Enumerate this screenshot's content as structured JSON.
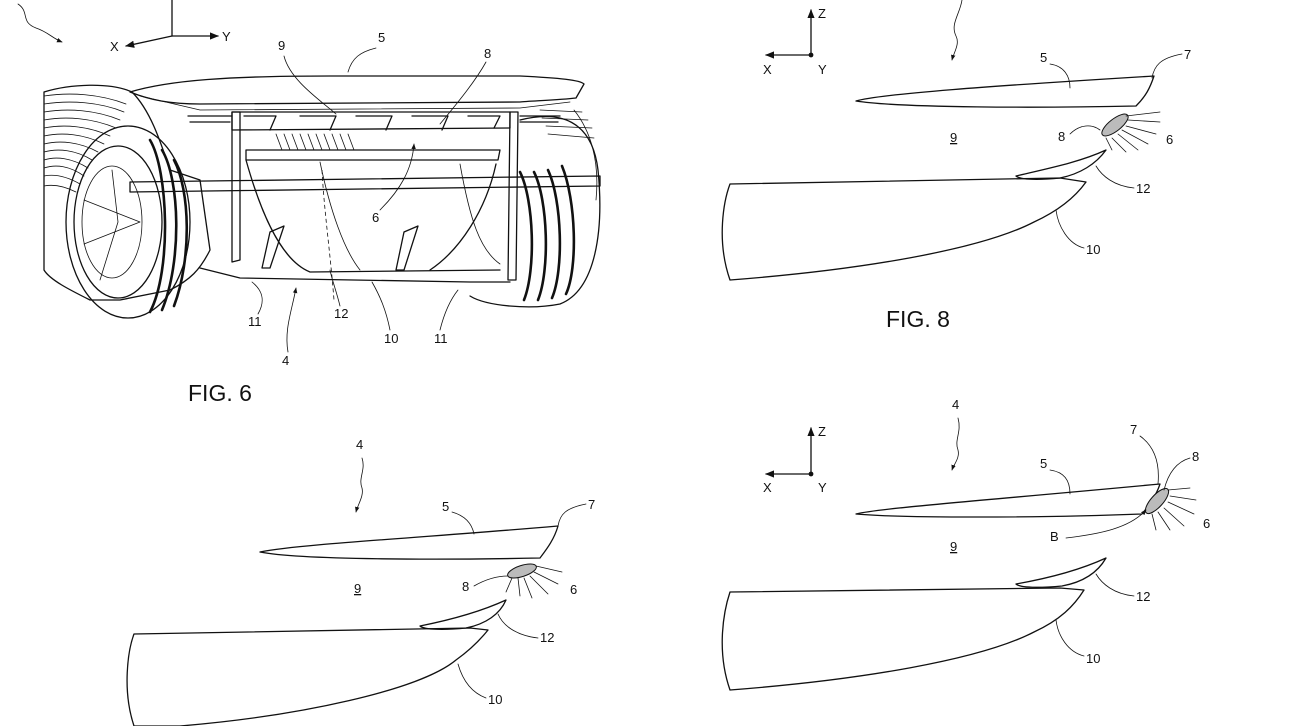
{
  "figures": {
    "fig6": {
      "caption": "FIG. 6",
      "axes": {
        "x": "X",
        "y": "Y"
      },
      "refs": {
        "r4": "4",
        "r5": "5",
        "r6": "6",
        "r8": "8",
        "r9": "9",
        "r10": "10",
        "r11a": "11",
        "r11b": "11",
        "r12": "12"
      }
    },
    "fig8": {
      "caption": "FIG. 8",
      "axes": {
        "z": "Z",
        "x": "X",
        "y": "Y"
      },
      "refs": {
        "r5": "5",
        "r6": "6",
        "r7": "7",
        "r8": "8",
        "r9": "9",
        "r10": "10",
        "r12": "12"
      }
    },
    "fig_bottom_left": {
      "refs": {
        "r4": "4",
        "r5": "5",
        "r6": "6",
        "r7": "7",
        "r8": "8",
        "r9": "9",
        "r10": "10",
        "r12": "12"
      }
    },
    "fig_bottom_right": {
      "axes": {
        "z": "Z",
        "x": "X",
        "y": "Y"
      },
      "refs": {
        "r4": "4",
        "r5": "5",
        "r6": "6",
        "r7": "7",
        "r8": "8",
        "r9": "9",
        "r10": "10",
        "r12": "12",
        "rB": "B"
      }
    }
  }
}
